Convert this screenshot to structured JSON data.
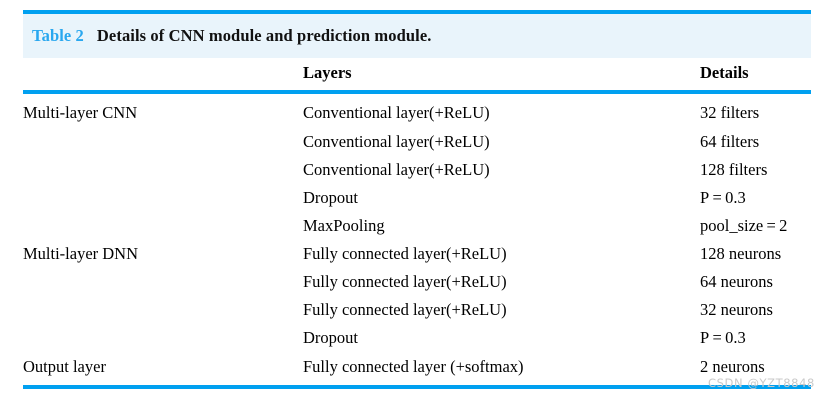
{
  "caption": {
    "label": "Table 2",
    "title": "Details of CNN module and prediction module.",
    "label_color": "#29a7ef",
    "band_color": "#e9f4fb",
    "rule_color": "#00a0f0"
  },
  "table": {
    "columns": [
      "",
      "Layers",
      "Details"
    ],
    "rows": [
      {
        "group": "Multi-layer CNN",
        "layer": "Conventional layer(+ReLU)",
        "detail": "32 filters"
      },
      {
        "group": "",
        "layer": "Conventional layer(+ReLU)",
        "detail": "64 filters"
      },
      {
        "group": "",
        "layer": "Conventional layer(+ReLU)",
        "detail": "128 filters"
      },
      {
        "group": "",
        "layer": "Dropout",
        "detail": "P = 0.3"
      },
      {
        "group": "",
        "layer": "MaxPooling",
        "detail": "pool_size = 2"
      },
      {
        "group": "Multi-layer DNN",
        "layer": "Fully connected layer(+ReLU)",
        "detail": "128 neurons"
      },
      {
        "group": "",
        "layer": "Fully connected layer(+ReLU)",
        "detail": "64 neurons"
      },
      {
        "group": "",
        "layer": "Fully connected layer(+ReLU)",
        "detail": "32 neurons"
      },
      {
        "group": "",
        "layer": "Dropout",
        "detail": "P = 0.3"
      },
      {
        "group": "Output layer",
        "layer": "Fully connected layer (+softmax)",
        "detail": "2 neurons"
      }
    ]
  },
  "watermark": {
    "text": "CSDN @YZT8848"
  }
}
